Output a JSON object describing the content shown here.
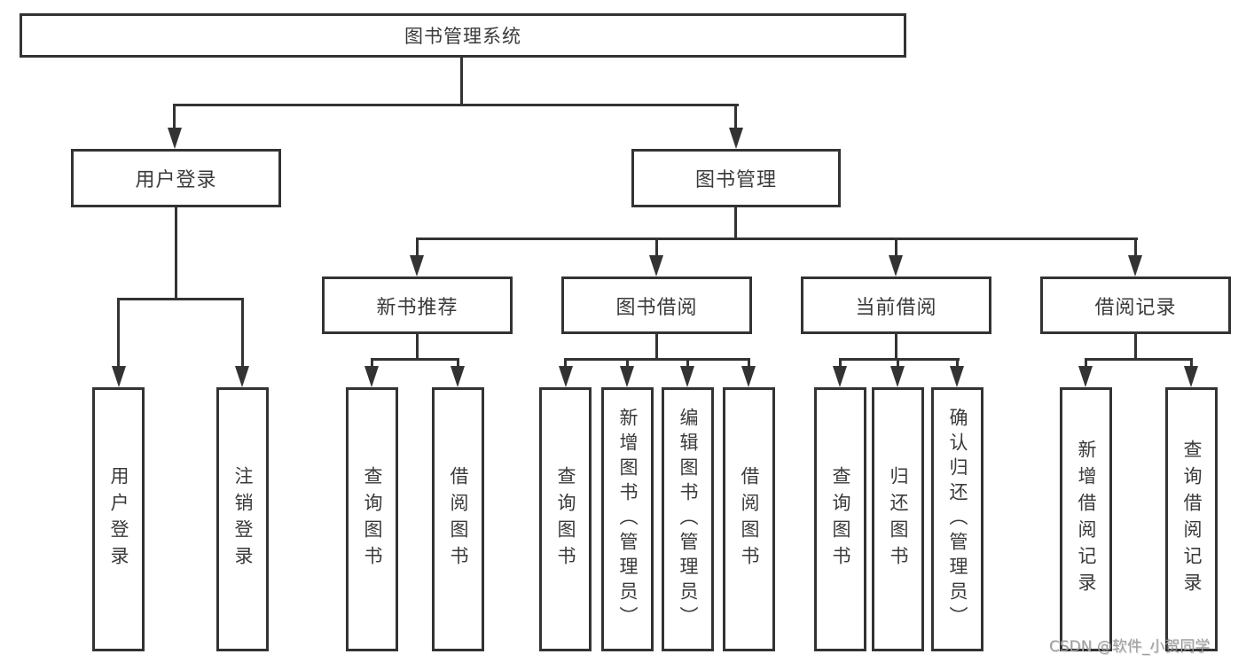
{
  "diagram": {
    "type": "tree",
    "root": {
      "label": "图书管理系统"
    },
    "branches": [
      {
        "label": "用户登录",
        "children": [
          {
            "label": "用户登录"
          },
          {
            "label": "注销登录"
          }
        ]
      },
      {
        "label": "图书管理",
        "children": [
          {
            "label": "新书推荐",
            "children": [
              {
                "label": "查询图书"
              },
              {
                "label": "借阅图书"
              }
            ]
          },
          {
            "label": "图书借阅",
            "children": [
              {
                "label": "查询图书"
              },
              {
                "label": "新增图书（管理员）"
              },
              {
                "label": "编辑图书（管理员）"
              },
              {
                "label": "借阅图书"
              }
            ]
          },
          {
            "label": "当前借阅",
            "children": [
              {
                "label": "查询图书"
              },
              {
                "label": "归还图书"
              },
              {
                "label": "确认归还（管理员）"
              }
            ]
          },
          {
            "label": "借阅记录",
            "children": [
              {
                "label": "新增借阅记录"
              },
              {
                "label": "查询借阅记录"
              }
            ]
          }
        ]
      }
    ]
  },
  "watermark": {
    "text": "CSDN @软件_小贺同学"
  },
  "colors": {
    "line": "#333333",
    "text": "#3a3a3a",
    "box_fill": "#ffffff",
    "watermark": "#9e9e9e",
    "background": "#ffffff"
  }
}
